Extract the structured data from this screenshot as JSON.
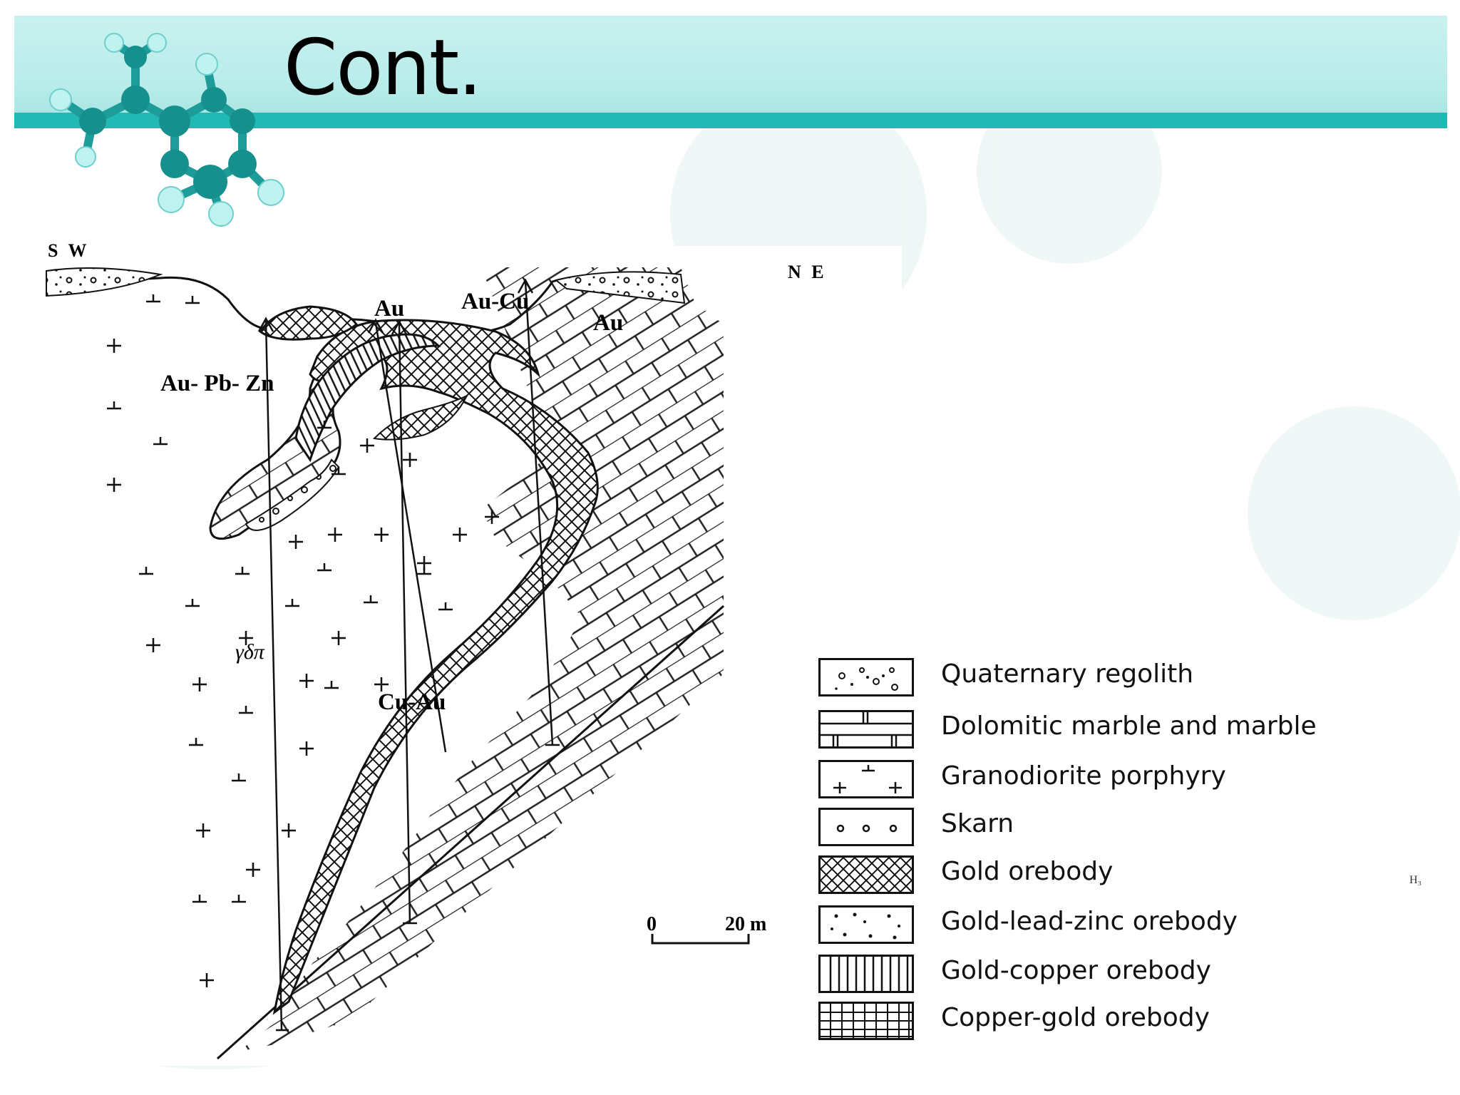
{
  "slide": {
    "title": "Cont.",
    "theme_colors": {
      "band": "#bdeeec",
      "rule": "#22b9b4",
      "molecule": "#1aa6a3"
    }
  },
  "figure": {
    "orientation_left": "S W",
    "orientation_right": "N E",
    "labels": {
      "au_left": "Au",
      "au_cu": "Au-Cu",
      "au_right": "Au",
      "au_pb_zn": "Au- Pb- Zn",
      "rock_symbol": "γδπ",
      "cu_au": "Cu-Au"
    },
    "scale": {
      "start": "0",
      "end": "20 m"
    }
  },
  "legend": {
    "items": [
      {
        "label": "Quaternary regolith",
        "pattern": "regolith"
      },
      {
        "label": "Dolomitic marble and marble",
        "pattern": "marble"
      },
      {
        "label": "Granodiorite porphyry",
        "pattern": "porphyry"
      },
      {
        "label": "Skarn",
        "pattern": "skarn"
      },
      {
        "label": "Gold orebody",
        "pattern": "crosshatch"
      },
      {
        "label": "Gold-lead-zinc orebody",
        "pattern": "dots"
      },
      {
        "label": "Gold-copper orebody",
        "pattern": "vertical"
      },
      {
        "label": "Copper-gold orebody",
        "pattern": "grid"
      }
    ]
  },
  "edge_mark": "H₃"
}
